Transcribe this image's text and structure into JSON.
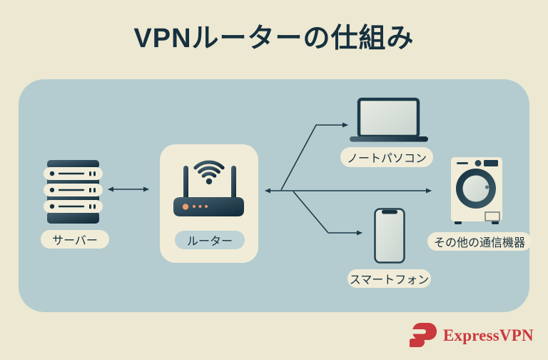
{
  "title": "VPNルーターの仕組み",
  "nodes": {
    "server": {
      "label": "サーバー"
    },
    "router": {
      "label": "ルーター"
    },
    "laptop": {
      "label": "ノートパソコン"
    },
    "smartphone": {
      "label": "スマートフォン"
    },
    "other_devices": {
      "label": "その他の通信機器"
    }
  },
  "connections": [
    "server <-> router",
    "router <-> other_devices",
    "router -> laptop",
    "router -> smartphone"
  ],
  "brand": {
    "wordmark": "ExpressVPN"
  },
  "colors": {
    "background": "#EDE8D2",
    "panel": "#B4CCCF",
    "pill_cream": "#F1ECD8",
    "pill_blue": "#BDD3D5",
    "ink": "#16303E",
    "accent_orange": "#EC9B71",
    "brand_red": "#C9393E"
  }
}
